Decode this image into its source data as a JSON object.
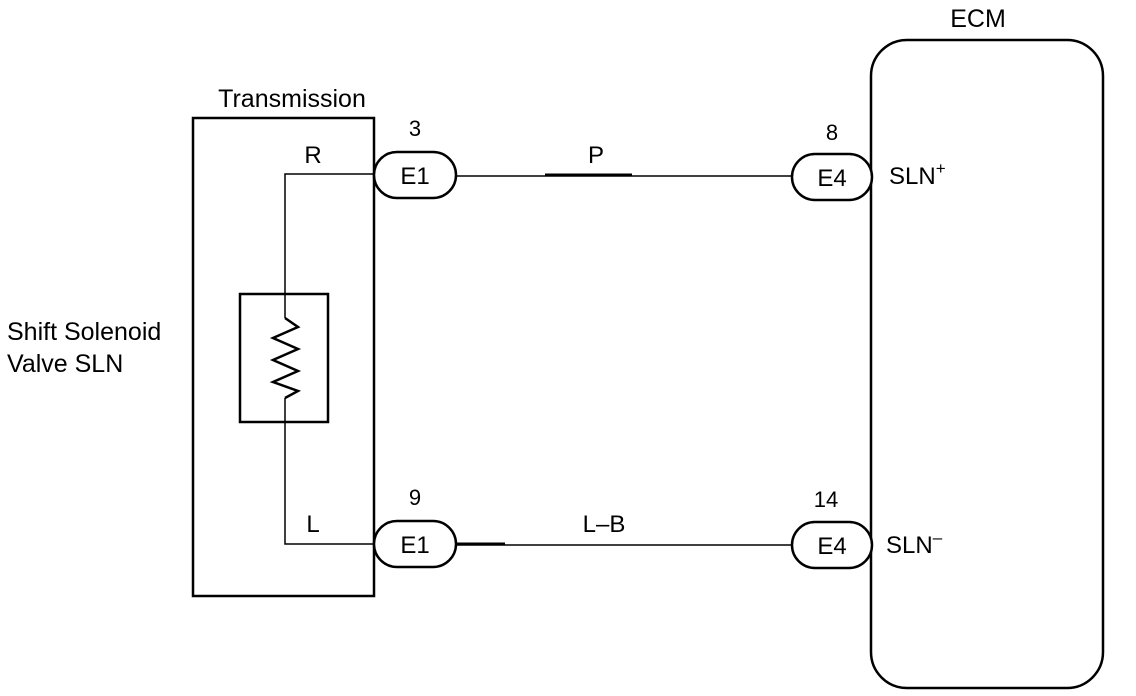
{
  "title": "",
  "labels": {
    "transmission": "Transmission",
    "ecm": "ECM",
    "solenoid_line1": "Shift Solenoid",
    "solenoid_line2": "Valve SLN"
  },
  "connections": [
    {
      "trans_terminal": "R",
      "left_pin": "3",
      "left_connector": "E1",
      "wire_color": "P",
      "right_pin": "8",
      "right_connector": "E4",
      "signal_main": "SLN",
      "signal_sup": "+"
    },
    {
      "trans_terminal": "L",
      "left_pin": "9",
      "left_connector": "E1",
      "wire_color": "L–B",
      "right_pin": "14",
      "right_connector": "E4",
      "signal_main": "SLN",
      "signal_sup": "–"
    }
  ],
  "colors": {
    "line": "#000000",
    "background": "#ffffff"
  }
}
